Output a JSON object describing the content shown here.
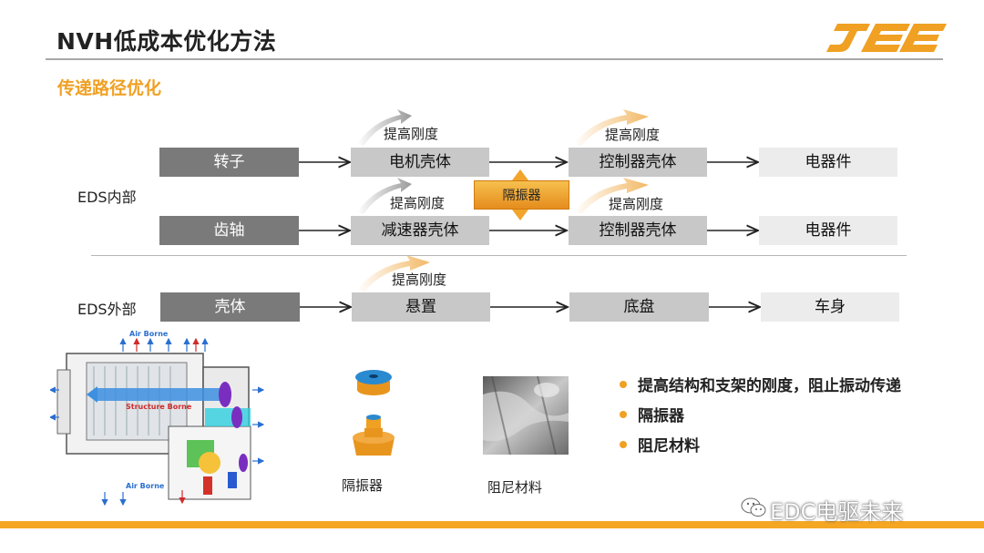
{
  "header": {
    "title": "NVH低成本优化方法",
    "subtitle": "传递路径优化",
    "logo_text": "JEE"
  },
  "diagram": {
    "section_inner_label": "EDS内部",
    "section_outer_label": "EDS外部",
    "row1": [
      "转子",
      "电机壳体",
      "控制器壳体",
      "电器件"
    ],
    "row2": [
      "齿轴",
      "减速器壳体",
      "控制器壳体",
      "电器件"
    ],
    "row3": [
      "壳体",
      "悬置",
      "底盘",
      "车身"
    ],
    "stiffness_label": "提高刚度",
    "isolator_label": "隔振器"
  },
  "figures": {
    "air_borne_top": "Air Borne",
    "structure_borne": "Structure Borne",
    "air_borne_bottom": "Air Borne",
    "isolator_caption": "隔振器",
    "damping_caption": "阻尼材料"
  },
  "bullets": [
    "提高结构和支架的刚度，阻止振动传递",
    "隔振器",
    "阻尼材料"
  ],
  "watermark": "EDC电驱未来",
  "colors": {
    "accent": "#f0a023",
    "dark_box": "#7a7a7a",
    "mid_box": "#c8c8c8",
    "light_box": "#ececec"
  }
}
